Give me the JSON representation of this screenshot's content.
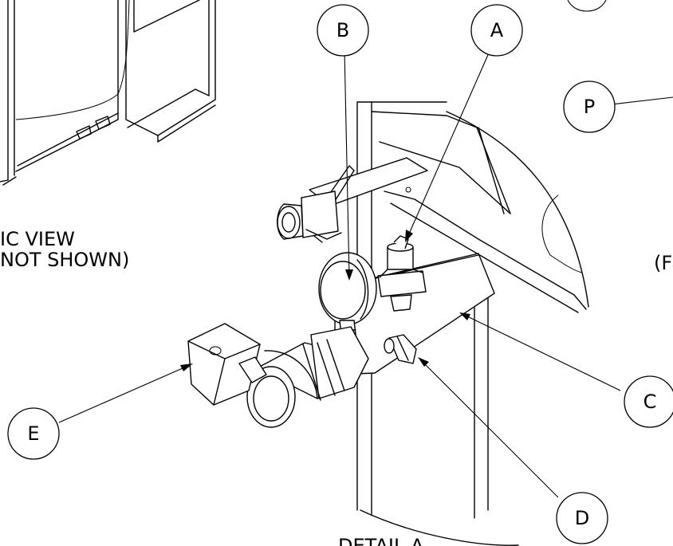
{
  "view_label": {
    "line1": "IC VIEW",
    "line2": "NOT SHOWN)"
  },
  "detail_label": "DETAIL A",
  "side_fragment": "(F",
  "callouts": {
    "a": "A",
    "b": "B",
    "c": "C",
    "d": "D",
    "e": "E",
    "p": "P"
  }
}
